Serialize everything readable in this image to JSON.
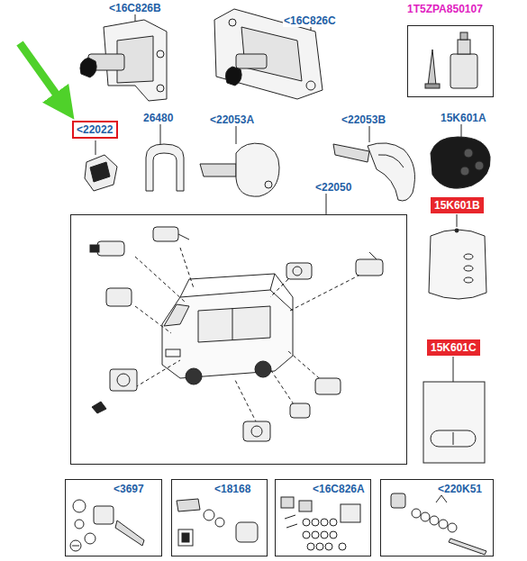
{
  "diagram": {
    "nodes": [
      {
        "text": [
          "1T5ZPA850107"
        ]
      },
      {
        "text": [
          "<22022"
        ]
      },
      {
        "text": [
          "<22050"
        ]
      },
      {
        "text": [
          "15K601B"
        ]
      },
      {
        "text": [
          "15K601C"
        ]
      },
      {
        "text": [
          "<3697"
        ]
      },
      {
        "text": [
          "<18168"
        ]
      },
      {
        "text": [
          "<16C826A"
        ]
      },
      {
        "text": [
          "<220K51"
        ]
      }
    ],
    "labels": [
      "<16C826B",
      "<16C826C",
      "26480",
      "<22053A",
      "<22053B",
      "15K601A"
    ]
  }
}
